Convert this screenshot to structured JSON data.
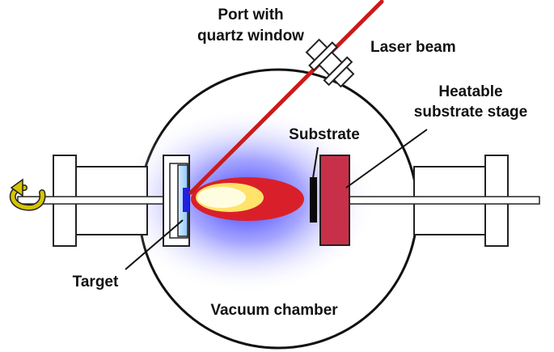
{
  "labels": {
    "port_line1": "Port with",
    "port_line2": "quartz window",
    "laser": "Laser beam",
    "heatable_line1": "Heatable",
    "heatable_line2": "substrate stage",
    "substrate": "Substrate",
    "target": "Target",
    "chamber": "Vacuum chamber"
  },
  "icons": {
    "rotation": "rotation-arrow-icon"
  },
  "colors": {
    "laser": "#cc1a1a",
    "plume_outer": "#d9202a",
    "plume_mid": "#ffe36a",
    "plume_core": "#fffde0",
    "glow": "#3b3bff",
    "target": "#2222dd",
    "stage": "#c8304a",
    "substrate": "#0a0a0a",
    "rotation_arrow": "#d8c400",
    "outline": "#222222"
  }
}
